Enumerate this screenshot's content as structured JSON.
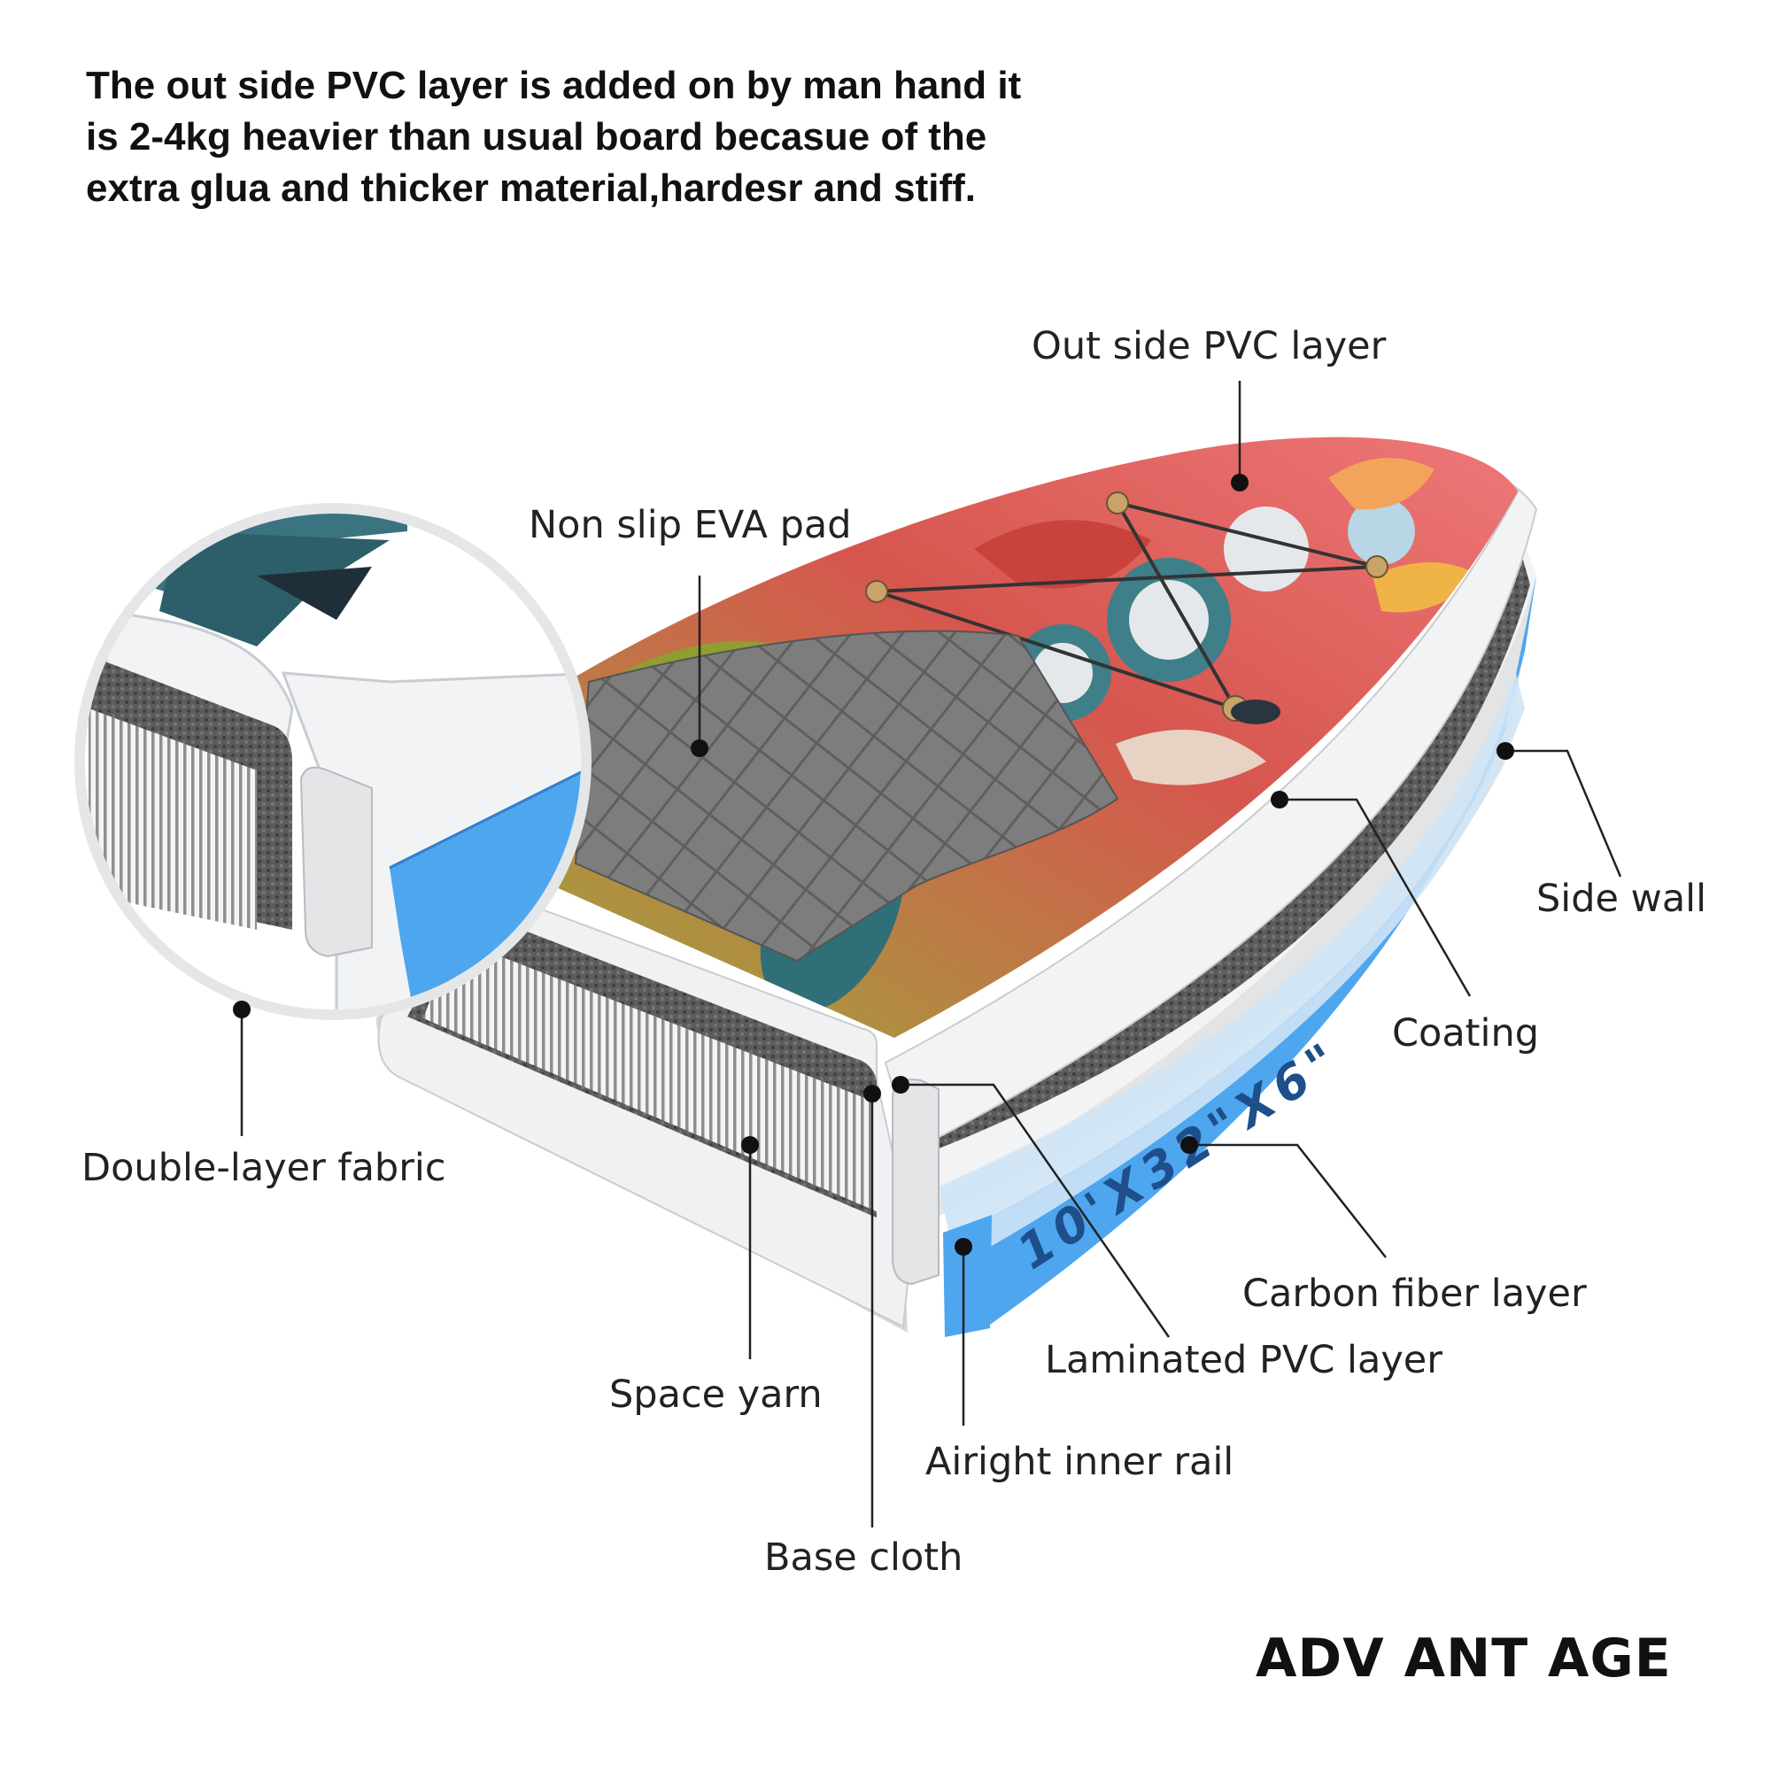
{
  "intro": {
    "lines": [
      "The out side PVC layer is added on by man hand it",
      "is 2-4kg heavier than usual board becasue of the",
      "extra glua and thicker material,hardesr and stiff."
    ]
  },
  "labels": {
    "outside_pvc": "Out side PVC layer",
    "eva_pad": "Non slip EVA pad",
    "side_wall": "Side wall",
    "coating": "Coating",
    "double_fabric": "Double-layer fabric",
    "carbon_fiber": "Carbon fiber layer",
    "laminated_pvc": "Laminated PVC layer",
    "space_yarn": "Space yarn",
    "inner_rail": "Airight inner rail",
    "base_cloth": "Base cloth"
  },
  "board_print": "10'X32\"X6\"",
  "footer": "ADV ANT AGE",
  "colors": {
    "text": "#222222",
    "leader": "#222222",
    "rail_blue": "#4ea6ee",
    "pvc_white": "#f1f3f5",
    "fabric_gray": "#5b5b5b",
    "eva_gray": "#7c7c7c",
    "deck_red": "#ef6b6e",
    "deck_green": "#9caa3a",
    "print_dark_blue": "#1e4f8a",
    "print_red": "#e63b3b"
  }
}
